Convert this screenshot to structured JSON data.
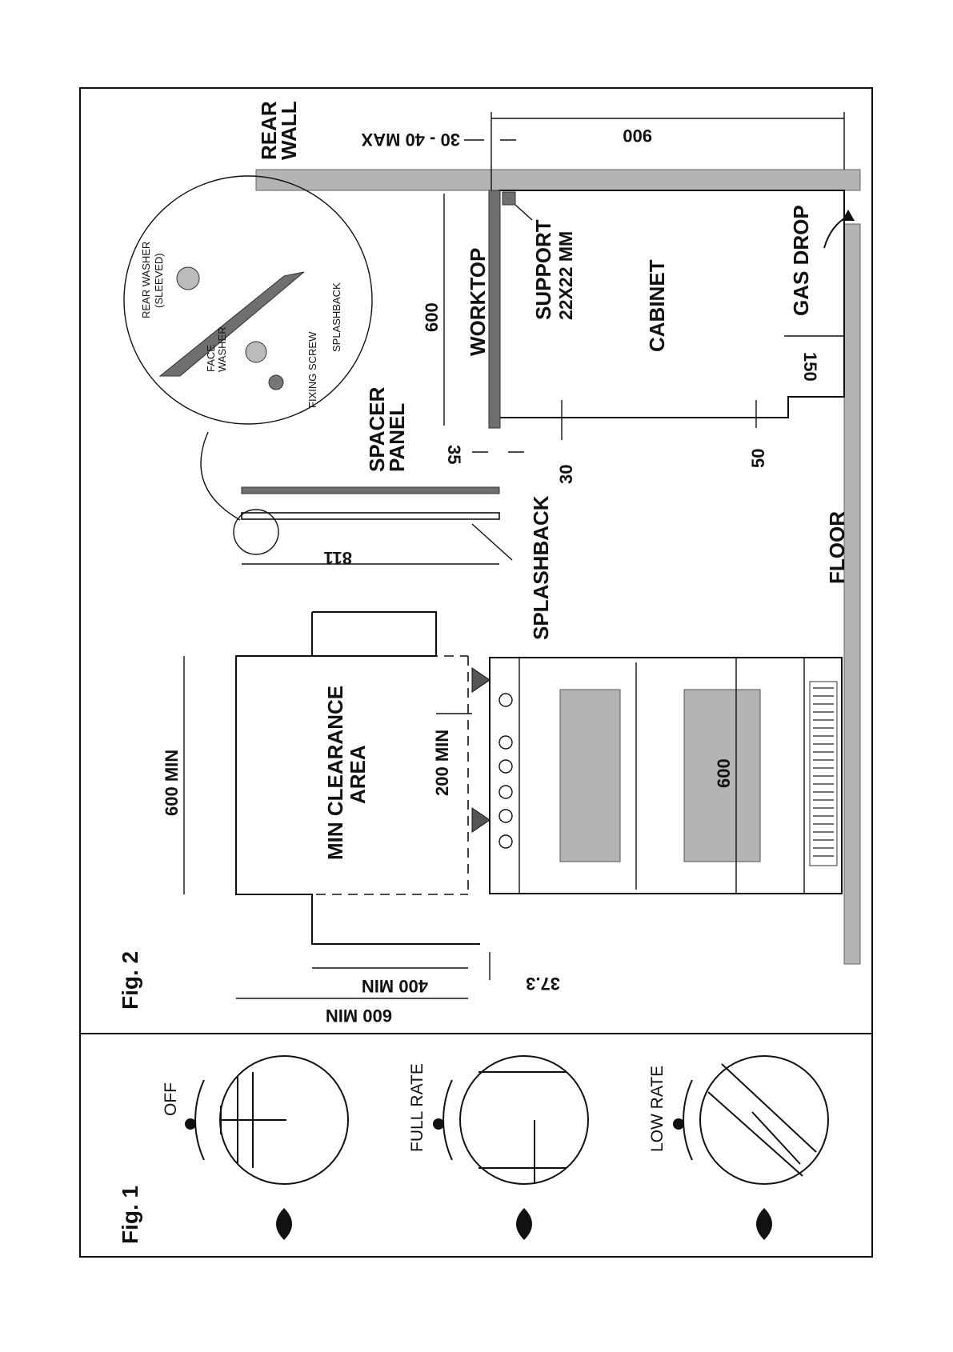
{
  "figures": {
    "fig1": "Fig. 1",
    "fig2": "Fig. 2"
  },
  "knobs": [
    {
      "label": "OFF"
    },
    {
      "label": "FULL RATE"
    },
    {
      "label": "LOW RATE"
    }
  ],
  "labels": {
    "rear_wall_1": "REAR",
    "rear_wall_2": "WALL",
    "worktop": "WORKTOP",
    "support_1": "SUPPORT",
    "support_2": "22X22 MM",
    "cabinet": "CABINET",
    "gas_drop": "GAS DROP",
    "floor": "FLOOR",
    "spacer_1": "SPACER",
    "spacer_2": "PANEL",
    "splashback": "SPLASHBACK",
    "clearance_1": "MIN CLEARANCE",
    "clearance_2": "AREA"
  },
  "detail": {
    "rear_washer_1": "REAR WASHER",
    "rear_washer_2": "(SLEEVED)",
    "face_washer_1": "FACE",
    "face_washer_2": "WASHER",
    "fixing_screw": "FIXING SCREW",
    "splashback": "SPLASHBACK"
  },
  "dimensions": {
    "d900": "900",
    "d30_40": "30 - 40 MAX",
    "d600_top": "600",
    "d150": "150",
    "d35": "35",
    "d30": "30",
    "d50": "50",
    "d811": "811",
    "d600_min_top": "600 MIN",
    "d200_min": "200 MIN",
    "d600_oven": "600",
    "d400_min": "400 MIN",
    "d600_min_bottom": "600 MIN",
    "d37_3": "37.3"
  }
}
